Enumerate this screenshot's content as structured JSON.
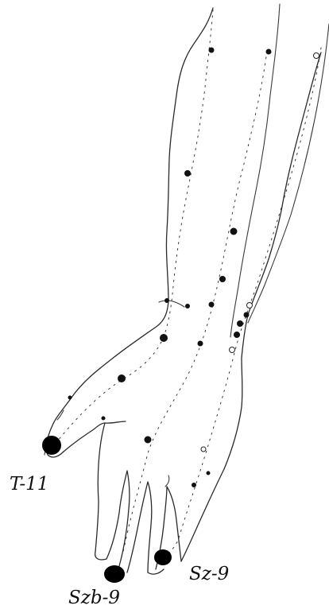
{
  "labels": {
    "t11": "T-11",
    "szb9": "Szb-9",
    "sz9": "Sz-9"
  },
  "colors": {
    "ink": "#111111",
    "background": "#ffffff"
  }
}
